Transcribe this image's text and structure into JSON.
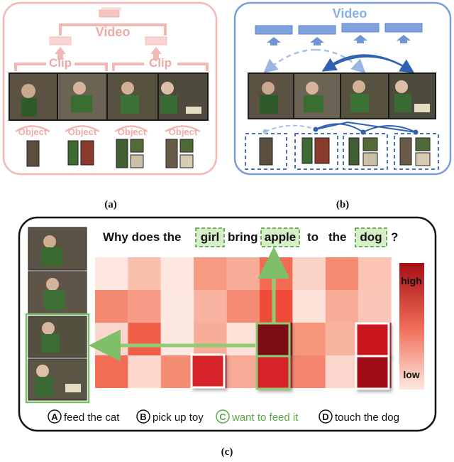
{
  "panel_a": {
    "video_label": "Video",
    "clip_labels": [
      "Clip",
      "Clip"
    ],
    "object_labels": [
      "Object",
      "Object",
      "Object",
      "Object"
    ],
    "caption": "(a)",
    "accent": "#f2b8b4",
    "text_color": "#eeaaa6"
  },
  "panel_b": {
    "video_label": "Video",
    "caption": "(b)",
    "accent": "#5b86c9",
    "light_accent": "#a9c1e6"
  },
  "panel_c": {
    "question": {
      "w1": "Why does the",
      "girl": "girl",
      "w2": "bring",
      "apple": "apple",
      "w3": "to",
      "w4": "the",
      "dog": "dog",
      "q": "?"
    },
    "legend": {
      "high": "high",
      "low": "low"
    },
    "answers": [
      {
        "letter": "A",
        "text": "feed the cat"
      },
      {
        "letter": "B",
        "text": "pick up toy"
      },
      {
        "letter": "C",
        "text": "want to feed it"
      },
      {
        "letter": "D",
        "text": "touch the dog"
      }
    ],
    "correct_color": "#5aa845",
    "caption": "(c)"
  },
  "heatmap": {
    "rows": 4,
    "cols": 9,
    "cells": [
      [
        "#fde6e0",
        "#fbbfae",
        "#fde6e0",
        "#f79a82",
        "#f8ad98",
        "#f26b52",
        "#fbd2c6",
        "#f78c74",
        "#fbc4b4"
      ],
      [
        "#f48a72",
        "#f79c86",
        "#fde8e2",
        "#f8b2a0",
        "#f58c75",
        "#f04a38",
        "#fde2da",
        "#f8ad98",
        "#fbc6b8"
      ],
      [
        "#fbd6cc",
        "#ef5f48",
        "#fde8e2",
        "#f8ad98",
        "#fde0d8",
        "#7a0e12",
        "#f7947c",
        "#f8b39f",
        "#c8161e"
      ],
      [
        "#f26d55",
        "#fdd8cc",
        "#f58c74",
        "#d8222a",
        "#f8aa96",
        "#d8222a",
        "#f48670",
        "#fbd6cc",
        "#a01018"
      ]
    ]
  }
}
